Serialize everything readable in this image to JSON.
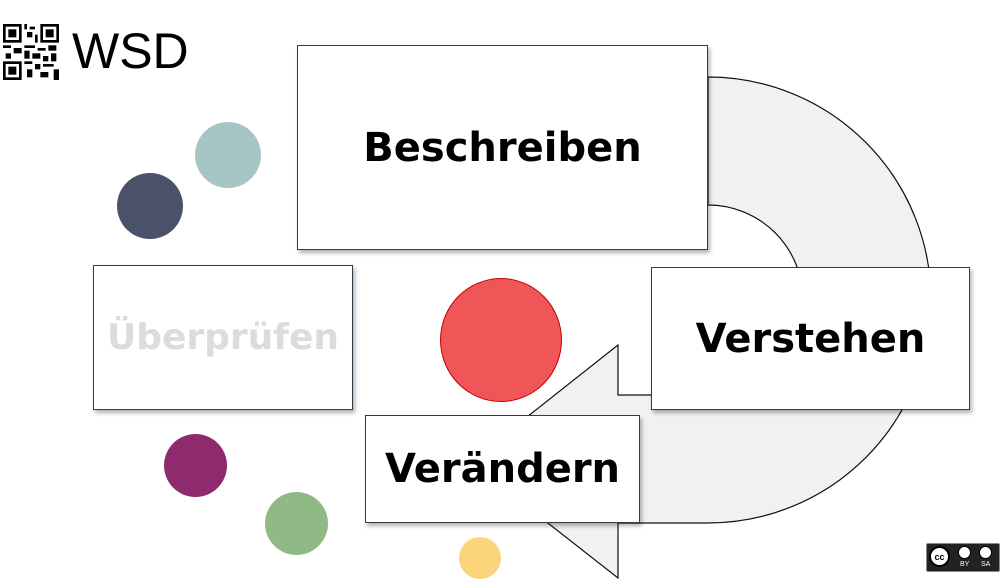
{
  "header": {
    "logo_text": "WSD"
  },
  "steps": [
    {
      "label": "Beschreiben"
    },
    {
      "label": "Verstehen"
    },
    {
      "label": "Verändern"
    },
    {
      "label": "Überprüfen"
    }
  ],
  "colors": {
    "teal": "#a5c6c4",
    "navy": "#4a526a",
    "red": "#f05658",
    "purple": "#8e2a6e",
    "green": "#8fba85",
    "yellow": "#fcd57a",
    "arrow_fill": "#f1f1f1",
    "disabled_text": "#dcdcdc"
  },
  "license": {
    "by": "BY",
    "sa": "SA",
    "cc": "cc"
  }
}
